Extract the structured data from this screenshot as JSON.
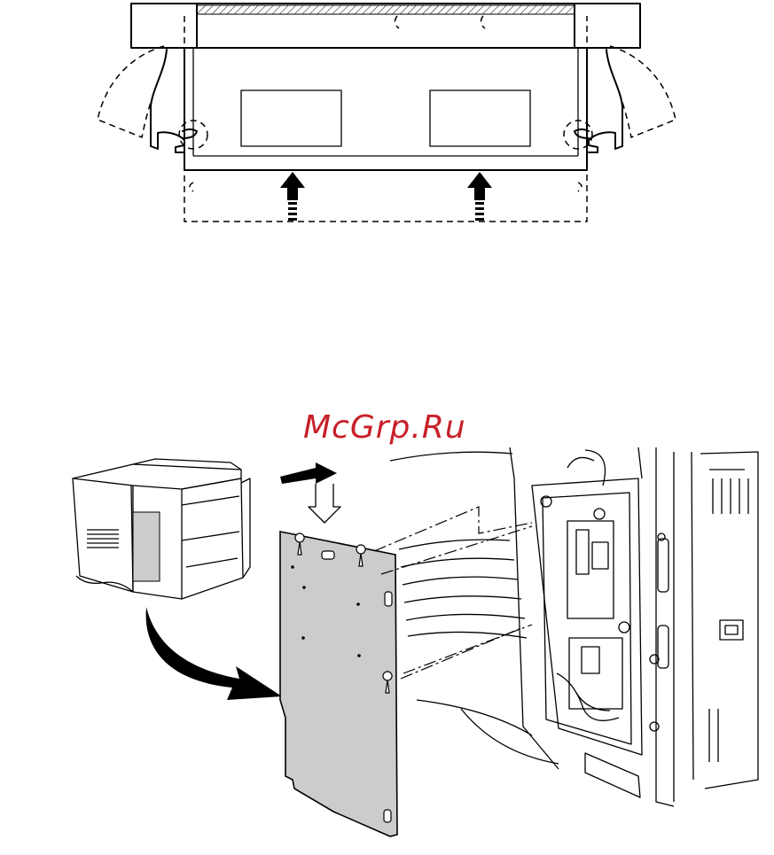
{
  "watermark": {
    "text": "McGrp.Ru",
    "color": "#c8202a"
  },
  "colors": {
    "line": "#000000",
    "panel_fill": "#cccccc",
    "background": "#ffffff"
  },
  "icons": [
    "memory-module-insert-diagram",
    "printer-thumbnail",
    "curved-arrow-icon",
    "slide-down-arrow-icon",
    "access-plate",
    "printer-interior-board"
  ]
}
